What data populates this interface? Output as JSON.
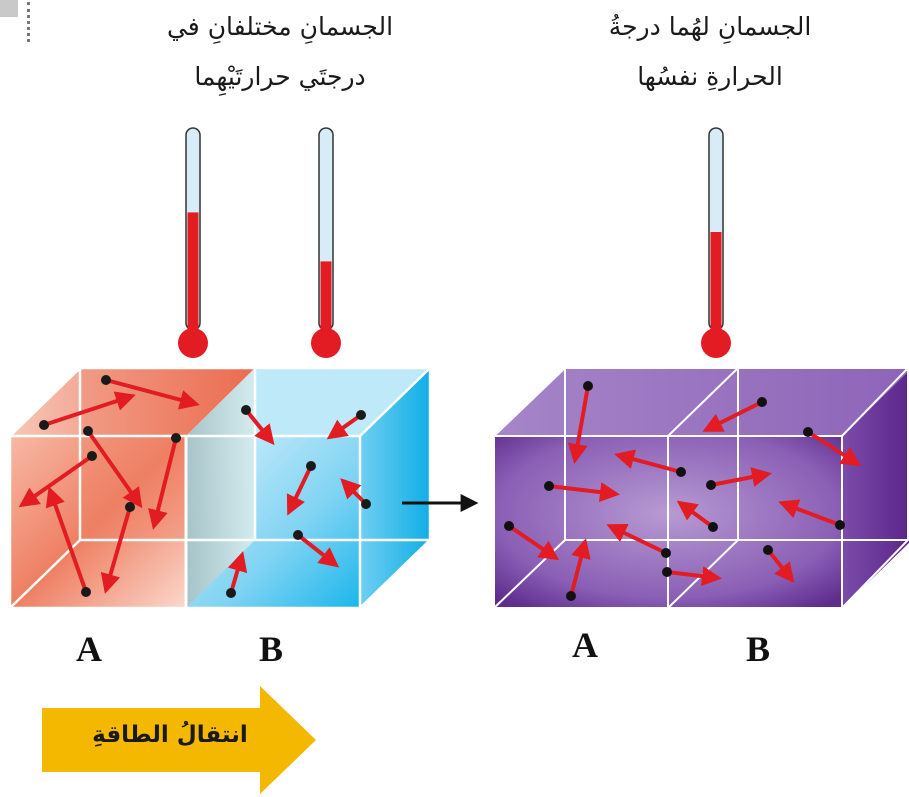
{
  "captions": {
    "left_line1": "الجسمانِ مختلفانِ في",
    "left_line2": "درجتَي حرارتَيْهِما",
    "right_line1": "الجسمانِ لهُما درجةُ",
    "right_line2": "الحرارةِ نفسُها"
  },
  "labels": {
    "left_a": "A",
    "left_b": "B",
    "right_a": "A",
    "right_b": "B"
  },
  "energy_arrow": {
    "text": "انتقالُ الطاقةِ",
    "color": "#f5b800"
  },
  "colors": {
    "hot": "#e8503a",
    "cold": "#1ab8ea",
    "equilibrium": "#6e3a9c",
    "mercury": "#e31b23",
    "motion_arrow": "#e31b23"
  },
  "thermometers": {
    "left_a_fill": 0.6,
    "left_b_fill": 0.35,
    "right_fill": 0.5
  }
}
